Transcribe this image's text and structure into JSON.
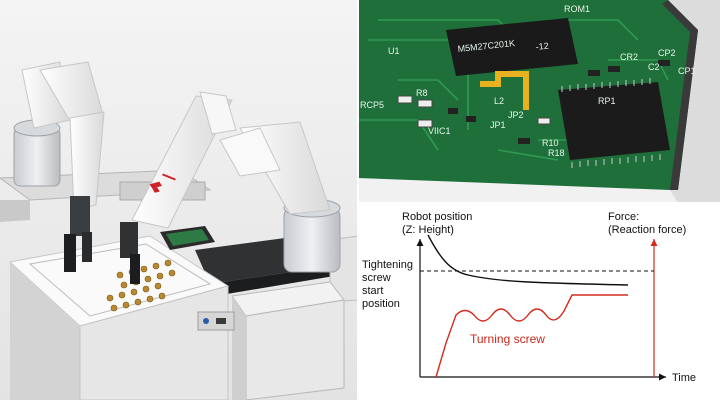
{
  "pcb": {
    "labels": [
      "ROM1",
      "M5M27C201K",
      "-12",
      "RCP5",
      "JP1",
      "JP2",
      "R8",
      "R10",
      "CR2",
      "CP2",
      "CP1",
      "U1",
      "L2",
      "R18",
      "RP1",
      "VIIC1",
      "C2"
    ]
  },
  "graph": {
    "y_label": "Robot position\n(Z: Height)",
    "force_label": "Force:\n(Reaction force)",
    "start_label": "Tightening\nscrew\nstart\nposition",
    "turning_label": "Turning screw",
    "x_label": "Time"
  },
  "colors": {
    "position_curve": "#111111",
    "force_curve": "#d42b1e",
    "pcb_green": "#1f6f3a",
    "robot_body": "#f4f4f4",
    "logo_red": "#cf2027"
  },
  "icons": {
    "brand_logo": "diamond-logo-icon"
  }
}
